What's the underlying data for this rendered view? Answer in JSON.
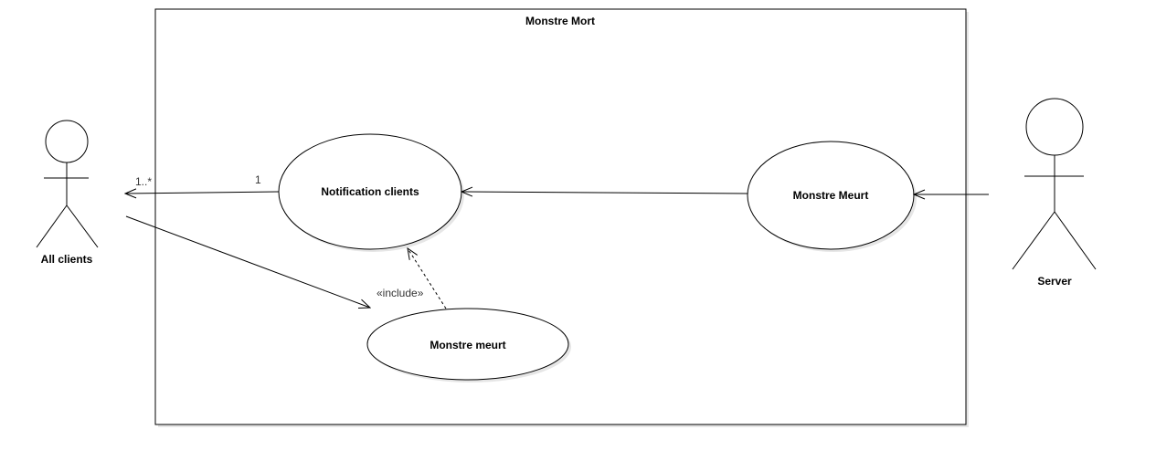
{
  "system": {
    "title": "Monstre Mort"
  },
  "actors": {
    "left": {
      "name": "All clients"
    },
    "right": {
      "name": "Server"
    }
  },
  "use_cases": {
    "notification": "Notification clients",
    "meurt_upper": "Monstre Meurt",
    "meurt_lower": "Monstre meurt"
  },
  "association": {
    "mult_actor_end": "1..*",
    "mult_usecase_end": "1"
  },
  "include": {
    "label": "«include»"
  },
  "colors": {
    "stroke": "#000000",
    "shadow": "#e6e6e6",
    "text": "#000000"
  }
}
